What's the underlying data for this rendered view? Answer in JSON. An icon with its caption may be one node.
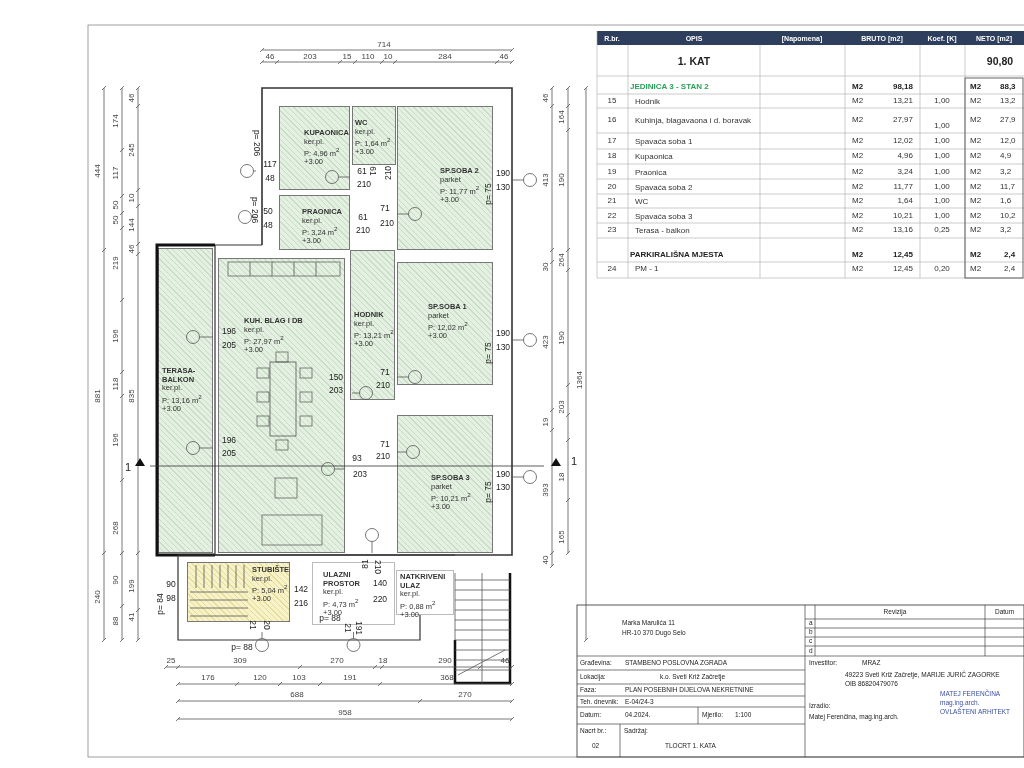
{
  "diagram": {
    "nodes": [
      {
        "text": [
          "KUPAONICA",
          "ker.pl.",
          "P: 4,96 m$^{2}$",
          "+3.00"
        ]
      },
      {
        "text": [
          "WC",
          "ker.pl.",
          "P: 1,64 m$^{2}$",
          "+3.00"
        ]
      },
      {
        "text": [
          "SP.SOBA 2",
          "parket",
          "P: 11,77 m$^{2}$",
          "+3.00"
        ]
      },
      {
        "text": [
          "PRAONICA",
          "ker.pl.",
          "P: 3,24 m$^{2}$",
          "+3.00"
        ]
      },
      {
        "text": [
          "KUH. BLAG I DB",
          "ker.pl.",
          "P: 27,97 m$^{2}$",
          "+3.00"
        ]
      },
      {
        "text": [
          "HODNIK",
          "ker.pl.",
          "P: 13,21 m$^{2}$",
          "+3.00"
        ]
      },
      {
        "text": [
          "SP.SOBA 1",
          "parket",
          "P: 12,02 m$^{2}$",
          "+3.00"
        ]
      },
      {
        "text": [
          "TERASA-BALKON",
          "ker.pl.",
          "P: 13,16 m$^{2}$",
          "+3.00"
        ]
      },
      {
        "text": [
          "SP.SOBA 3",
          "parket",
          "P: 10,21 m$^{2}$",
          "+3.00"
        ]
      },
      {
        "text": [
          "STUBIŠTE",
          "ker.pl.",
          "P: 5,04 m$^{2}$",
          "+3.00"
        ]
      },
      {
        "text": [
          "ULAZNI PROSTOR",
          "ker.pl.",
          "P: 4,73 m$^{2}$",
          "+3.00"
        ]
      },
      {
        "text": [
          "NATKRIVENI ULAZ",
          "ker.pl.",
          "P: 0,88 m$^{2}$",
          "+3.00"
        ]
      }
    ],
    "labels": [
      "714",
      "46",
      "203",
      "15",
      "110",
      "10",
      "284",
      "46",
      "444",
      "881",
      "240",
      "174",
      "117",
      "50",
      "50",
      "219",
      "196",
      "118",
      "196",
      "268",
      "90",
      "88",
      "46",
      "245",
      "10",
      "144",
      "46",
      "835",
      "199",
      "41",
      "p= 206",
      "117",
      "48",
      "61",
      "61",
      "210",
      "210",
      "190",
      "130",
      "p= 75",
      "p= 206",
      "50",
      "48",
      "61",
      "210",
      "71",
      "210",
      "196",
      "205",
      "150",
      "203",
      "71",
      "210",
      "190",
      "130",
      "p= 75",
      "71",
      "210",
      "196",
      "205",
      "93",
      "203",
      "190",
      "130",
      "p= 75",
      "81",
      "210",
      "90",
      "98",
      "p= 84",
      "142",
      "216",
      "140",
      "220",
      "21",
      "20",
      "p= 88",
      "21",
      "191",
      "p= 88",
      "46",
      "164",
      "413",
      "190",
      "30",
      "264",
      "1364",
      "423",
      "190",
      "203",
      "19",
      "18",
      "393",
      "165",
      "40",
      "1",
      "1",
      "25",
      "309",
      "270",
      "18",
      "290",
      "46",
      "176",
      "120",
      "103",
      "191",
      "368",
      "688",
      "270",
      "958",
      "R.br.",
      "OPIS",
      "[Napomena]",
      "BRUTO [m2]",
      "Koef. [K]",
      "NETO [m2]",
      "1. KAT",
      "90,80",
      "JEDINICA 3 - STAN 2",
      "M2",
      "98,18",
      "M2",
      "88,3",
      "15",
      "Hodnik",
      "M2",
      "13,21",
      "1,00",
      "M2",
      "13,2",
      "16",
      "Kuhinja, blagavaona i d. boravak",
      "M2",
      "27,97",
      "1,00",
      "M2",
      "27,9",
      "17",
      "Spavaća soba 1",
      "M2",
      "12,02",
      "1,00",
      "M2",
      "12,0",
      "18",
      "Kupaonica",
      "M2",
      "4,96",
      "1,00",
      "M2",
      "4,9",
      "19",
      "Praonica",
      "M2",
      "3,24",
      "1,00",
      "M2",
      "3,2",
      "20",
      "Spavaća soba 2",
      "M2",
      "11,77",
      "1,00",
      "M2",
      "11,7",
      "21",
      "WC",
      "M2",
      "1,64",
      "1,00",
      "M2",
      "1,6",
      "22",
      "Spavaća soba 3",
      "M2",
      "10,21",
      "1,00",
      "M2",
      "10,2",
      "23",
      "Terasa - balkon",
      "M2",
      "13,16",
      "0,25",
      "M2",
      "3,2",
      "PARKIRALIŠNA MJESTA",
      "M2",
      "12,45",
      "M2",
      "2,4",
      "24",
      "PM - 1",
      "M2",
      "12,45",
      "0,20",
      "M2",
      "2,4",
      "Marka Marulića 11",
      "HR-10 370 Dugo Selo",
      "Revizija",
      "Datum",
      "a",
      "b",
      "c",
      "d",
      "Građevina:",
      "STAMBENO POSLOVNA ZGRADA",
      "Lokacija:",
      "k.o. Sveti Križ Začretje",
      "Faza:",
      "PLAN POSEBNIH DIJELOVA NEKRETNINE",
      "Teh. dnevnik:",
      "E-04/24-3",
      "Datum:",
      "04.2024.",
      "Mjerilo:",
      "1:100",
      "Nacrt br.:",
      "02",
      "Sadržaj:",
      "TLOCRT 1. KATA",
      "Investitor:",
      "MRAZ",
      "49223 Sveti Križ Začretje, MARIJE JURIĆ ZAGORKE",
      "OIB 86820479076",
      "Izradio:",
      "Matej Ferenčina, mag.ing.arch.",
      "MATEJ FERENČINA",
      "mag.ing.arch.",
      "OVLAŠTENI ARHITEKT"
    ]
  }
}
